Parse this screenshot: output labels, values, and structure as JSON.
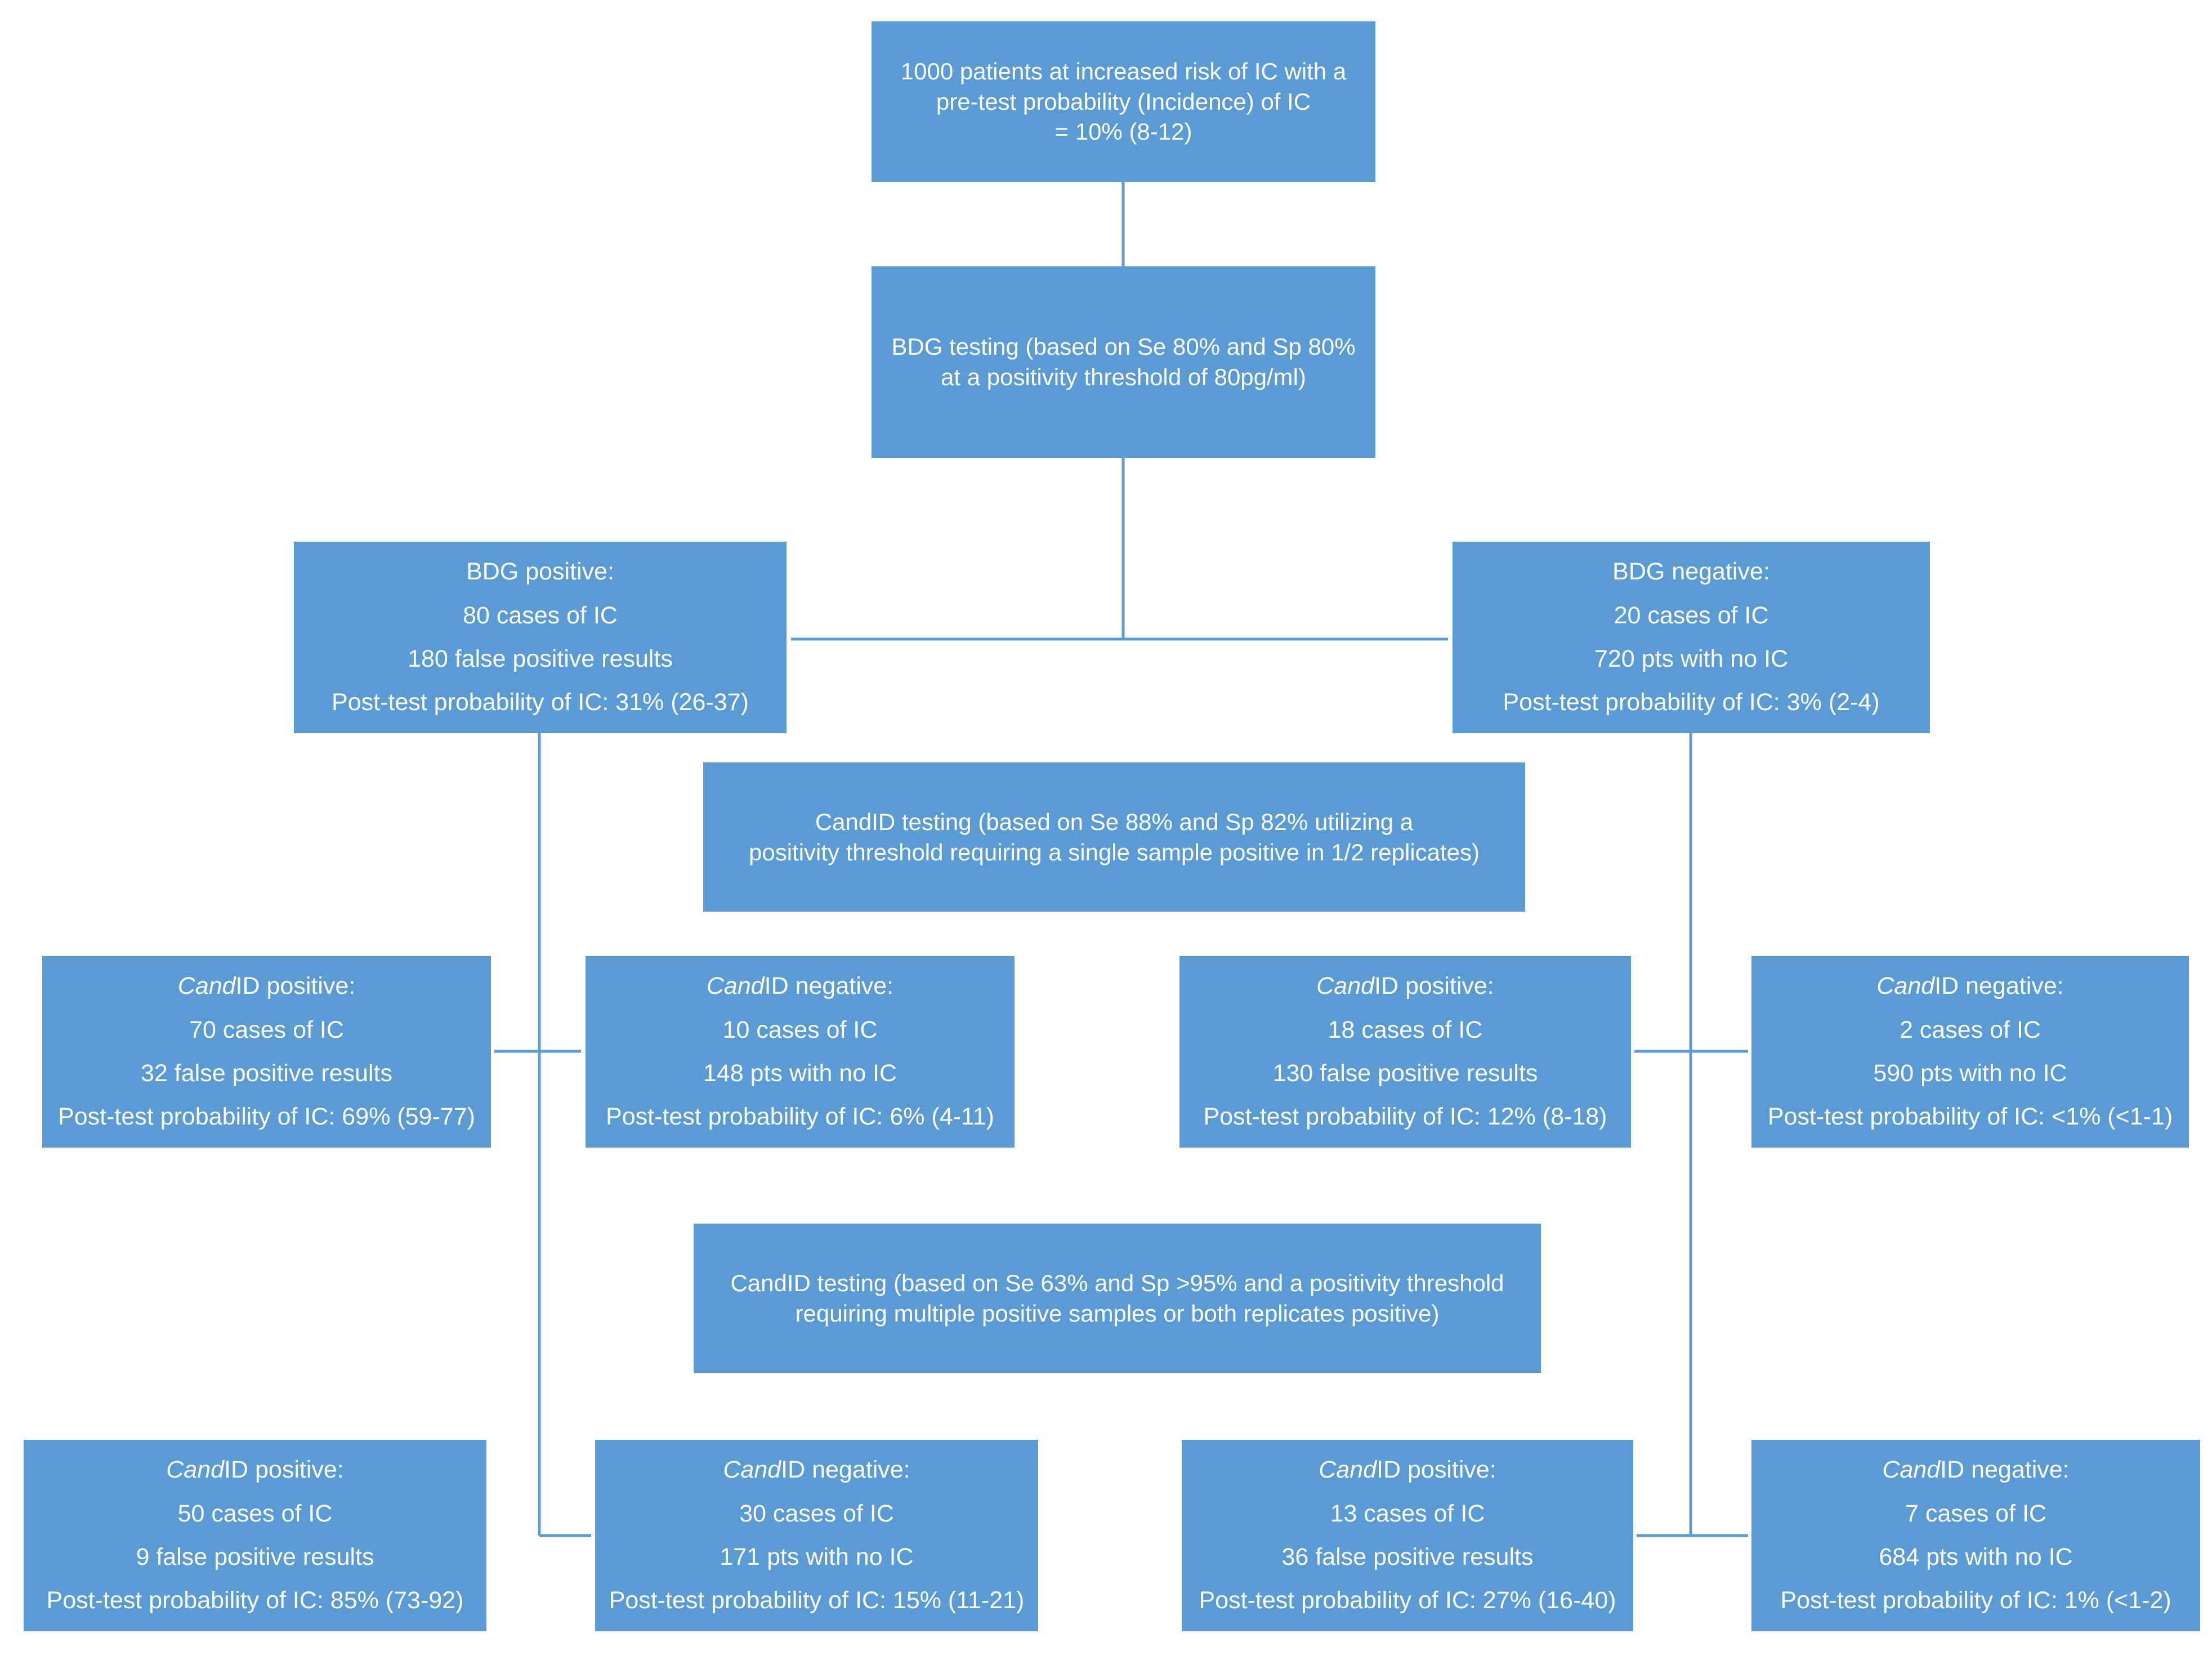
{
  "colors": {
    "box_fill": "#5b9bd5",
    "box_text": "#ffffff",
    "connector": "#5b9bd5",
    "background": "#ffffff"
  },
  "nodes": {
    "population": {
      "lines": [
        "1000 patients at increased risk of IC with a",
        "pre-test probability (Incidence) of IC",
        "= 10% (8-12)"
      ]
    },
    "bdg_testing": {
      "lines": [
        "BDG testing (based on Se 80% and Sp 80%",
        "at a positivity threshold of 80pg/ml)"
      ]
    },
    "bdg_positive": {
      "title": "BDG positive:",
      "lines": [
        "80 cases of IC",
        "180 false positive results",
        "Post-test probability of IC: 31% (26-37)"
      ]
    },
    "bdg_negative": {
      "title": "BDG negative:",
      "lines": [
        "20 cases of IC",
        "720 pts with no IC",
        "Post-test probability of IC: 3% (2-4)"
      ]
    },
    "candid_testing_1": {
      "lines": [
        "CandID testing (based on Se 88% and Sp 82% utilizing a",
        "positivity threshold requiring a single sample positive in 1/2 replicates)"
      ]
    },
    "t1_pos_pos": {
      "title_italic": "Cand",
      "title_rest": "ID positive:",
      "lines": [
        "70 cases of IC",
        "32 false positive results",
        "Post-test probability of IC: 69% (59-77)"
      ]
    },
    "t1_pos_neg": {
      "title_italic": "Cand",
      "title_rest": "ID negative:",
      "lines": [
        "10 cases of IC",
        "148 pts with no IC",
        "Post-test probability of IC: 6% (4-11)"
      ]
    },
    "t1_neg_pos": {
      "title_italic": "Cand",
      "title_rest": "ID positive:",
      "lines": [
        "18 cases of IC",
        "130 false positive results",
        "Post-test probability of IC: 12% (8-18)"
      ]
    },
    "t1_neg_neg": {
      "title_italic": "Cand",
      "title_rest": "ID negative:",
      "lines": [
        "2 cases of IC",
        "590 pts with no IC",
        "Post-test probability of IC: <1% (<1-1)"
      ]
    },
    "candid_testing_2": {
      "lines": [
        "CandID testing (based on Se 63% and Sp >95% and a positivity threshold",
        "requiring multiple positive samples or both replicates positive)"
      ]
    },
    "t2_pos_pos": {
      "title_italic": "Cand",
      "title_rest": "ID positive:",
      "lines": [
        "50 cases of IC",
        "9 false positive results",
        "Post-test probability of IC: 85% (73-92)"
      ]
    },
    "t2_pos_neg": {
      "title_italic": "Cand",
      "title_rest": "ID negative:",
      "lines": [
        "30 cases of IC",
        "171 pts with no IC",
        "Post-test probability of IC: 15% (11-21)"
      ]
    },
    "t2_neg_pos": {
      "title_italic": "Cand",
      "title_rest": "ID positive:",
      "lines": [
        "13 cases of IC",
        "36 false positive results",
        "Post-test probability of IC: 27% (16-40)"
      ]
    },
    "t2_neg_neg": {
      "title_italic": "Cand",
      "title_rest": "ID negative:",
      "lines": [
        "7 cases of IC",
        "684 pts with no IC",
        "Post-test probability of IC: 1% (<1-2)"
      ]
    }
  }
}
